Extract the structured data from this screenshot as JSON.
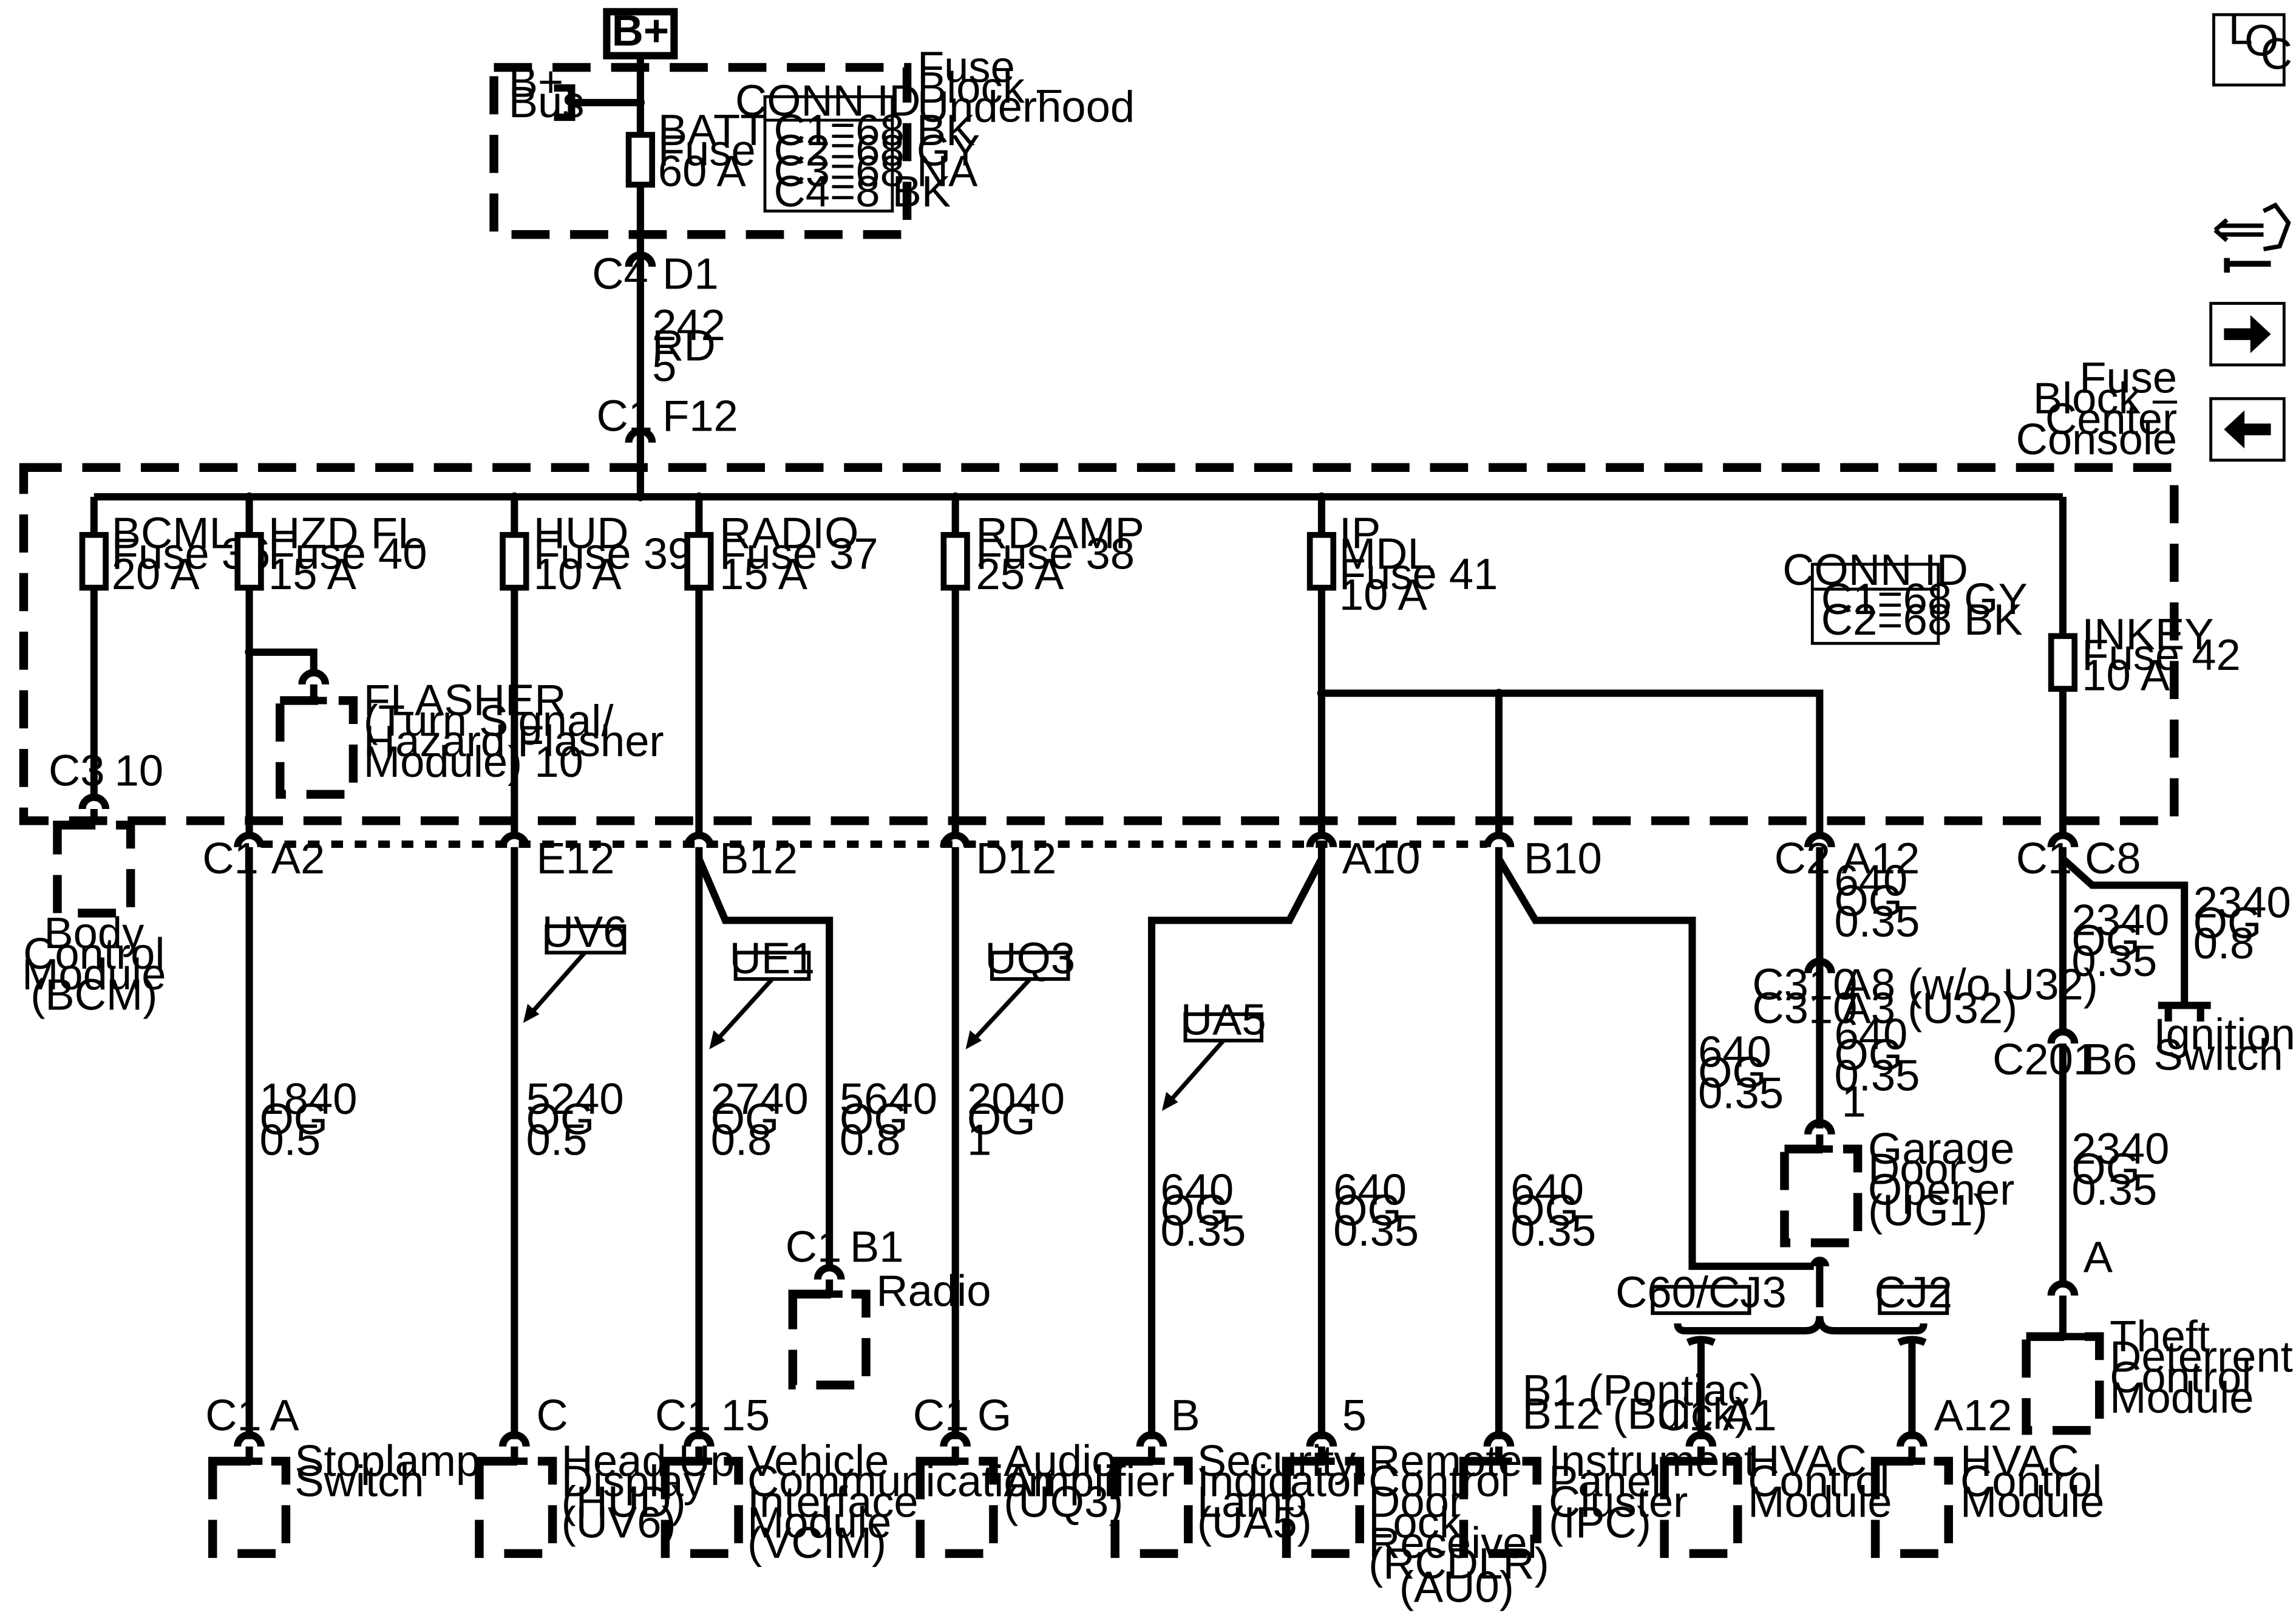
{
  "title_box": "B+",
  "loc_icon": {
    "l": "L",
    "o": "O",
    "c": "C"
  },
  "nav_icons": [
    "diagnostic-icon",
    "next-arrow-icon",
    "previous-arrow-icon"
  ],
  "underhood": {
    "name": [
      "Fuse",
      "Block –",
      "Underhood"
    ],
    "bus": [
      "B+",
      "Bus"
    ],
    "fuse": [
      "BATT 1",
      "Fuse 47",
      "60 A"
    ],
    "conn_title": "CONN ID",
    "conn_lines": [
      "C1=68 BK",
      "C2=68 GY",
      "C3=68 NA",
      "C4=8 BK"
    ]
  },
  "feed": {
    "c4": "C4",
    "d1": "D1",
    "wire": [
      "242",
      "RD",
      "5"
    ],
    "c1": "C1",
    "f12": "F12"
  },
  "center": {
    "name": [
      "Fuse",
      "Block –",
      "Center",
      "Console"
    ],
    "conn_title": "CONN ID",
    "conn_lines": [
      "C1=68 GY",
      "C2=68 BK"
    ]
  },
  "fuses": {
    "bcml": [
      "BCML",
      "Fuse 36",
      "20 A"
    ],
    "hzd": [
      "HZD FL",
      "Fuse 40",
      "15 A"
    ],
    "hud": [
      "HUD",
      "Fuse 39",
      "10 A"
    ],
    "radio": [
      "RADIO",
      "Fuse 37",
      "15 A"
    ],
    "rdamp": [
      "RD AMP",
      "Fuse 38",
      "25 A"
    ],
    "ipmdl": [
      "IP",
      "MDL",
      "Fuse 41",
      "10 A"
    ],
    "inkey": [
      "INKEY",
      "Fuse 42",
      "10 A"
    ]
  },
  "flasher": [
    "FLASHER",
    "(Turn Signal/",
    "Hazard Flasher",
    "Module) 10"
  ],
  "bcm": {
    "conn": "C3",
    "pin": "10",
    "label": [
      "Body",
      "Control",
      "Module",
      "(BCM)"
    ]
  },
  "connectors": {
    "c1": "C1",
    "a2": "A2",
    "e12": "E12",
    "b12": "B12",
    "d12": "D12",
    "a10": "A10",
    "b10": "B10",
    "c2": "C2",
    "a12": "A12",
    "c8": "C8"
  },
  "options": {
    "uv6": "UV6",
    "ue1": "UE1",
    "uq3": "UQ3",
    "ua5": "UA5",
    "c60": "C60/CJ3",
    "cj2": "CJ2"
  },
  "wires": {
    "stop": [
      "1840",
      "OG",
      "0.5"
    ],
    "hud": [
      "5240",
      "OG",
      "0.5"
    ],
    "vcim": [
      "2740",
      "OG",
      "0.8"
    ],
    "radio": [
      "5640",
      "OG",
      "0.8"
    ],
    "amp": [
      "2040",
      "OG",
      "1"
    ],
    "sec": [
      "640",
      "OG",
      "0.35"
    ],
    "rcdlr": [
      "640",
      "OG",
      "0.35"
    ],
    "ipc": [
      "640",
      "OG",
      "0.35"
    ],
    "hvac": [
      "640",
      "OG",
      "0.35"
    ],
    "gdo1": [
      "640",
      "OG",
      "0.35"
    ],
    "gdo2": [
      "640",
      "OG",
      "0.35"
    ],
    "theft1": [
      "2340",
      "OG",
      "0.35"
    ],
    "theft2": [
      "2340",
      "OG",
      "0.35"
    ],
    "ign": [
      "2340",
      "OG",
      "0.8"
    ]
  },
  "c310": {
    "conn1": "C310",
    "conn2": "C310",
    "pin1": "A8 (w/o U32)",
    "pin2": "A3 (U32)"
  },
  "c201": {
    "conn": "C201",
    "pin": "B6"
  },
  "gdo": {
    "pin": "1",
    "label": [
      "Garage",
      "Door",
      "Opener",
      "(UG1)"
    ]
  },
  "ignition": [
    "Ignition",
    "Switch"
  ],
  "radio_module": {
    "conn": "C1",
    "pin": "B1",
    "label": "Radio"
  },
  "theft": {
    "pin": "A",
    "label": [
      "Theft",
      "Deterrent",
      "Control",
      "Module"
    ]
  },
  "modules": {
    "stop": {
      "conn": "C1",
      "pin": "A",
      "label": [
        "Stoplamp",
        "Switch"
      ]
    },
    "hud": {
      "pin": "C",
      "label": [
        "Head Up",
        "Display",
        "(HUD)",
        "(UV6)"
      ]
    },
    "vcim": {
      "conn": "C1",
      "pin": "15",
      "label": [
        "Vehicle",
        "Communication",
        "Interface",
        "Module",
        "(VCIM)"
      ]
    },
    "amp": {
      "conn": "C1",
      "pin": "G",
      "label": [
        "Audio",
        "Amplifier",
        "(UQ3)"
      ]
    },
    "sec": {
      "pin": "B",
      "label": [
        "Security",
        "Indicator",
        "Lamp",
        "(UA5)"
      ]
    },
    "rcdlr": {
      "pin": "5",
      "label": [
        "Remote",
        "Control",
        "Door",
        "Lock",
        "Receiver",
        "(RCDLR)",
        "(AU0)"
      ]
    },
    "ipc": {
      "pin": [
        "B1 (Pontiac)",
        "B12 (Buick)"
      ],
      "label": [
        "Instrument",
        "Panel",
        "Cluster",
        "(IPC)"
      ]
    },
    "hvac1": {
      "conn": "C1",
      "pin": "A1",
      "label": [
        "HVAC",
        "Control",
        "Module"
      ]
    },
    "hvac2": {
      "pin": "A12",
      "label": [
        "HVAC",
        "Control",
        "Module"
      ]
    }
  }
}
